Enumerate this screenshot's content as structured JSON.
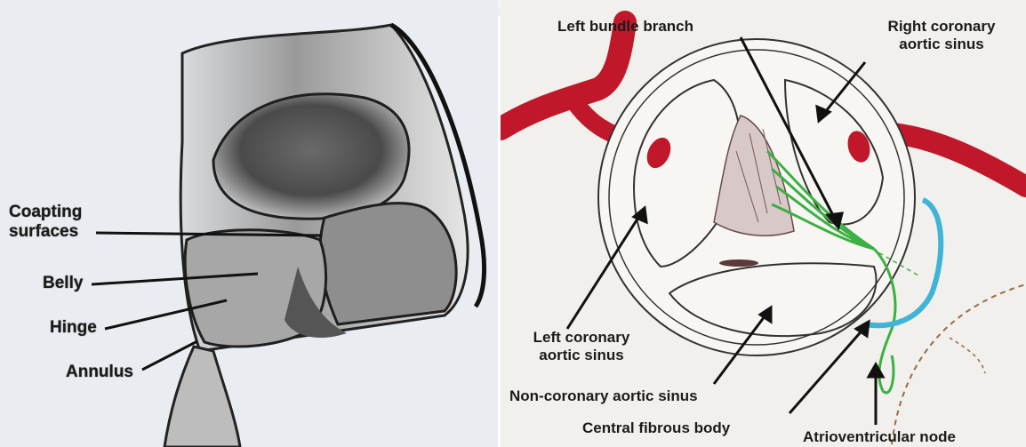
{
  "left_panel": {
    "labels": {
      "coapting_line1": "Coapting",
      "coapting_line2": "surfaces",
      "belly": "Belly",
      "hinge": "Hinge",
      "annulus": "Annulus"
    }
  },
  "right_panel": {
    "labels": {
      "left_bundle_branch": "Left bundle branch",
      "right_coronary_line1": "Right coronary",
      "right_coronary_line2": "aortic sinus",
      "left_coronary_line1": "Left coronary",
      "left_coronary_line2": "aortic sinus",
      "non_coronary": "Non-coronary aortic sinus",
      "central_fibrous_body": "Central fibrous body",
      "av_node": "Atrioventricular node"
    },
    "colors": {
      "coronary_artery": "#c0182a",
      "bundle_branch": "#3cb043",
      "av_node_region": "#3fb4d6"
    }
  }
}
